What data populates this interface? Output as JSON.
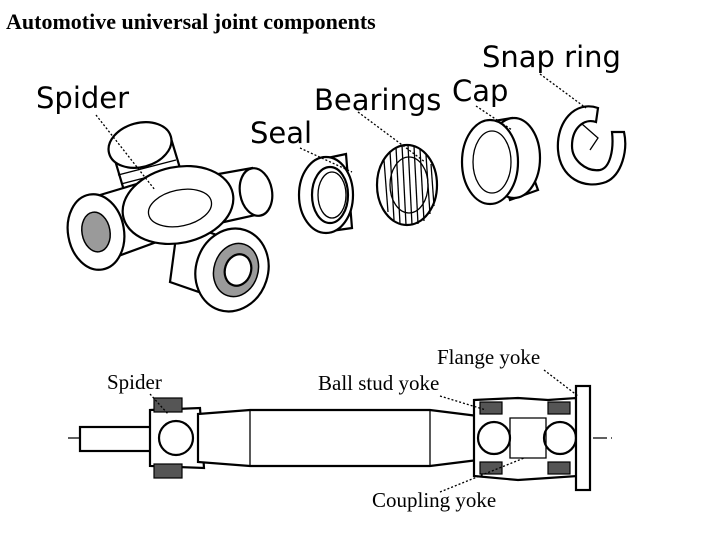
{
  "title": "Automotive universal joint components",
  "exploded_labels": {
    "spider": "Spider",
    "seal": "Seal",
    "bearings": "Bearings",
    "cap": "Cap",
    "snap_ring": "Snap ring"
  },
  "shaft_labels": {
    "spider": "Spider",
    "ball_stud_yoke": "Ball stud yoke",
    "flange_yoke": "Flange yoke",
    "coupling_yoke": "Coupling yoke"
  }
}
